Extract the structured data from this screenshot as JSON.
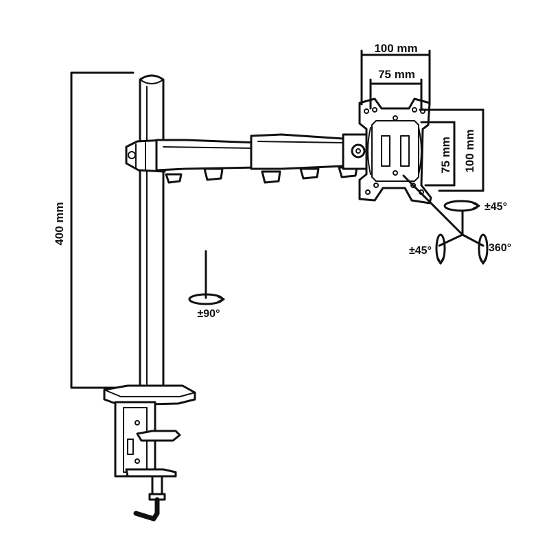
{
  "dimensions": {
    "pole_height": "400 mm",
    "vesa_outer_width": "100 mm",
    "vesa_inner_width": "75 mm",
    "vesa_inner_height": "75 mm",
    "vesa_outer_height": "100 mm"
  },
  "rotations": {
    "arm_swivel": "±90°",
    "tilt_top": "±45°",
    "swivel_left": "±45°",
    "rotate": "360°"
  },
  "colors": {
    "line": "#111111",
    "background": "#ffffff"
  },
  "icons": [
    "monitor-arm-drawing",
    "vesa-plate",
    "desk-clamp",
    "rotation-axis-icon"
  ]
}
